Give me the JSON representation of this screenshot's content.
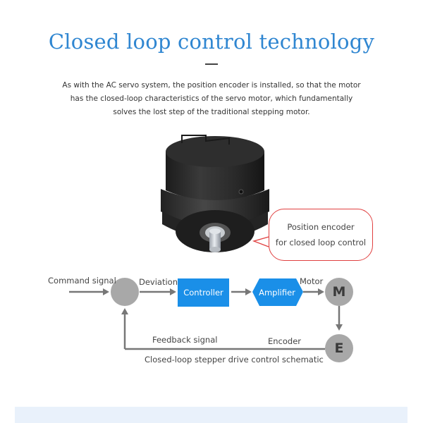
{
  "header": {
    "title": "Closed loop control technology",
    "description_lines": [
      "As with the AC servo system, the position encoder is installed, so that the motor",
      "has the closed-loop characteristics of the servo motor, which fundamentally",
      "solves the lost step of the traditional stepping motor."
    ]
  },
  "callout": {
    "line1": "Position encoder",
    "line2": "for closed loop control"
  },
  "schematic": {
    "command_signal": "Command signal",
    "deviation": "Deviation",
    "controller": "Controller",
    "amplifier": "Amplifier",
    "motor": "Motor",
    "motor_letter": "M",
    "encoder_letter": "E",
    "feedback_signal": "Feedback signal",
    "encoder": "Encoder",
    "caption": "Closed-loop stepper drive control schematic"
  },
  "colors": {
    "title": "#2f86d1",
    "block_fill": "#1a8fe8",
    "node_fill": "#a8a8a8",
    "arrow": "#777777",
    "callout_border": "#e04040",
    "bottom_bar": "#e9f1fb"
  }
}
